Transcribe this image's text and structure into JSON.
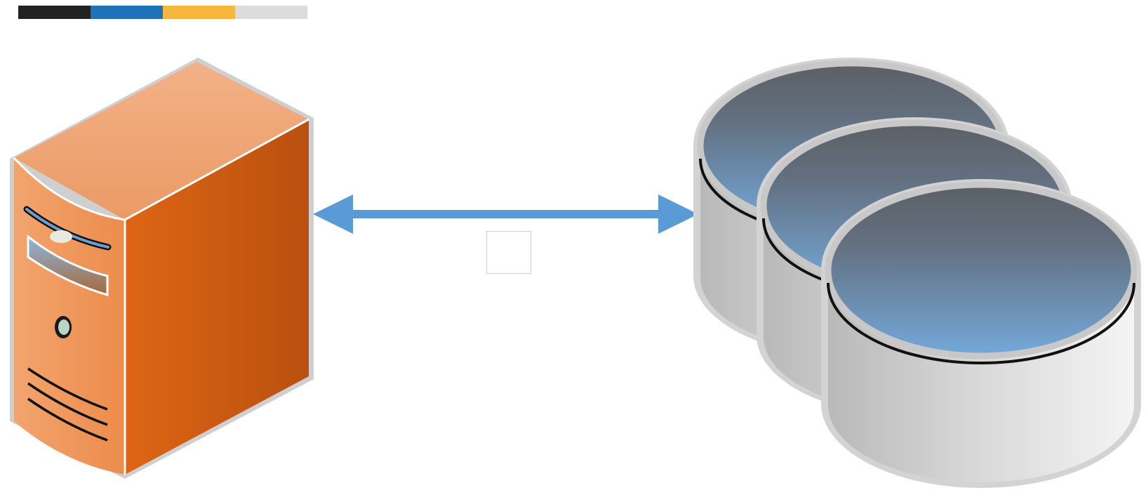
{
  "legend_strip": {
    "colors": [
      "#222222",
      "#1f72b8",
      "#f7b73c",
      "#dcdcdc"
    ]
  },
  "diagram": {
    "nodes": [
      {
        "id": "server",
        "icon": "server-tower-icon",
        "color": "#e8742a"
      },
      {
        "id": "database-cluster",
        "icon": "database-stack-icon",
        "count": 3,
        "top_color": "#6fa3d6"
      }
    ],
    "connector": {
      "from": "server",
      "to": "database-cluster",
      "direction": "bidirectional",
      "color": "#5b9bd5"
    },
    "connector_label": ""
  }
}
